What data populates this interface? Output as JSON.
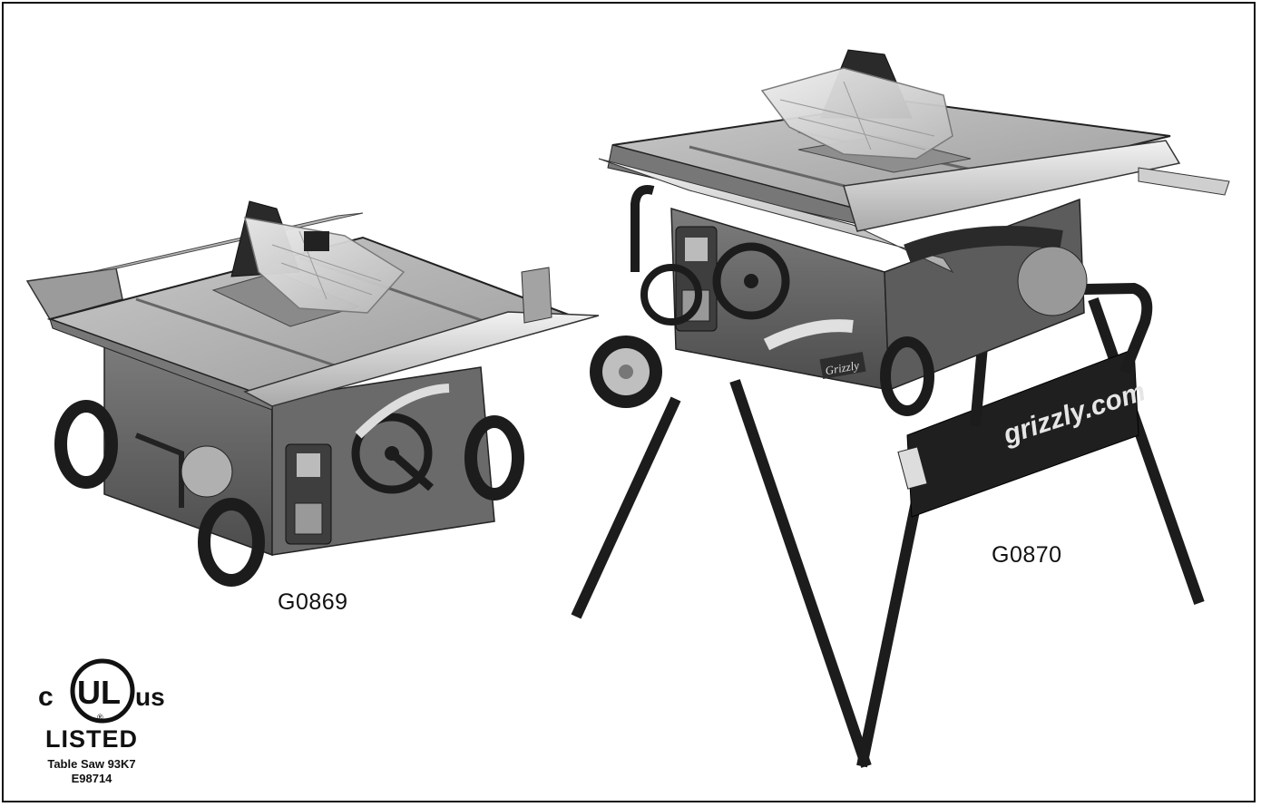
{
  "models": {
    "left": "G0869",
    "right": "G0870"
  },
  "stand_brand": "grizzly.com",
  "saw_badge": "Grizzly",
  "certification": {
    "prefix": "c",
    "mark": "UL",
    "registered": "®",
    "suffix": "us",
    "status": "LISTED",
    "product": "Table Saw 93K7",
    "file_number": "E98714"
  },
  "colors": {
    "ink": "#111111",
    "steel_light": "#cfcfcf",
    "steel_mid": "#8e8e8e",
    "steel_dark": "#4a4a4a",
    "rubber": "#1c1c1c"
  }
}
